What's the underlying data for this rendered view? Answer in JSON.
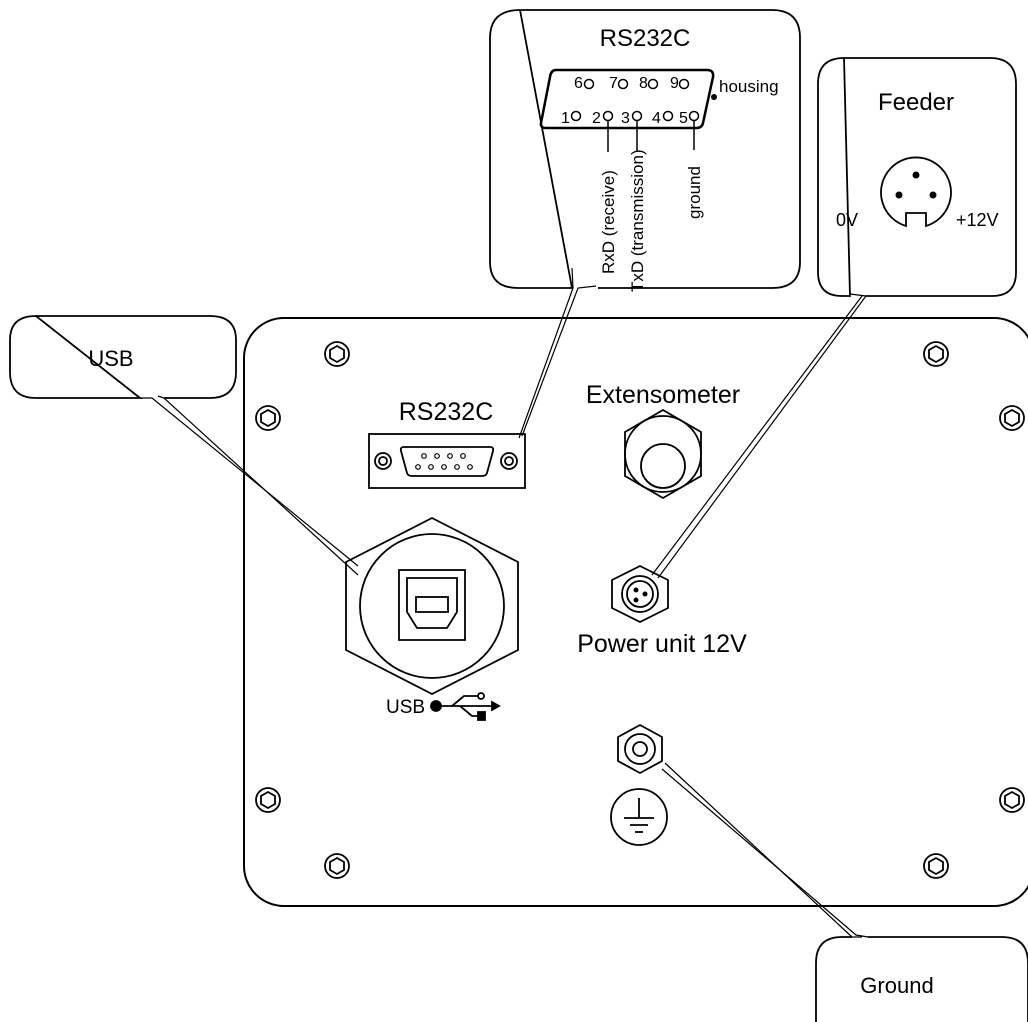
{
  "callouts": {
    "usb": "USB",
    "rs232c": "RS232C",
    "feeder": "Feeder",
    "ground": "Ground"
  },
  "db9": {
    "top_pins": [
      "6",
      "7",
      "8",
      "9"
    ],
    "bottom_pins": [
      "1",
      "2",
      "3",
      "4",
      "5"
    ],
    "housing": "housing",
    "signals": {
      "rxd": "RxD (receive)",
      "txd": "TxD (transmission)",
      "gnd": "ground"
    }
  },
  "feeder_connector": {
    "left": "0V",
    "right": "+12V"
  },
  "panel": {
    "rs232c_label": "RS232C",
    "extensometer_label": "Extensometer",
    "power_unit_label": "Power unit 12V",
    "usb_label": "USB"
  }
}
